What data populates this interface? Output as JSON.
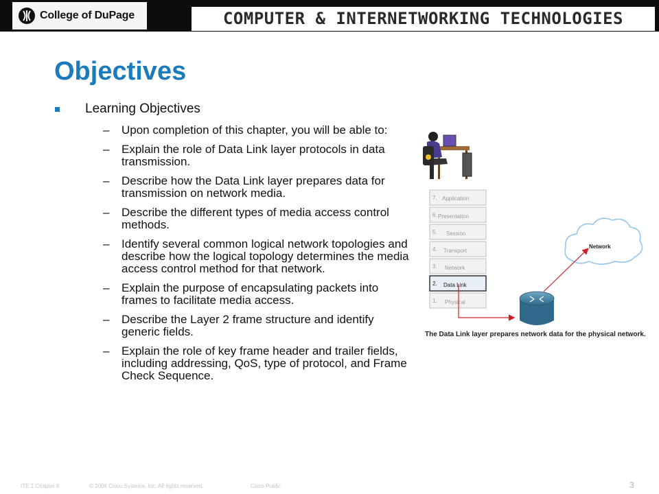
{
  "header": {
    "logo_text": "College of DuPage",
    "banner": "COMPUTER & INTERNETWORKING TECHNOLOGIES"
  },
  "slide": {
    "title": "Objectives",
    "bullet": "Learning Objectives",
    "items": [
      "Upon completion of this chapter, you will be able to:",
      "Explain the role of Data Link layer protocols in data transmission.",
      "Describe how the Data Link layer prepares data for transmission on network media.",
      "Describe the different types of media access control methods.",
      "Identify several common logical network topologies and describe how the logical topology determines the media access control method for that network.",
      "Explain the purpose of encapsulating packets into frames to facilitate media access.",
      "Describe the Layer 2 frame structure and identify generic fields.",
      "Explain the role of key frame header and trailer fields, including addressing, QoS, type of protocol, and Frame Check Sequence."
    ],
    "dash": "–"
  },
  "figure": {
    "layers": [
      {
        "num": "7.",
        "name": "Application"
      },
      {
        "num": "6.",
        "name": "Presentation"
      },
      {
        "num": "5.",
        "name": "Session"
      },
      {
        "num": "4.",
        "name": "Transport"
      },
      {
        "num": "3.",
        "name": "Network"
      },
      {
        "num": "2.",
        "name": "Data Link"
      },
      {
        "num": "1.",
        "name": "Physical"
      }
    ],
    "cloud_label": "Network",
    "caption": "The Data Link layer prepares network data for the physical network.",
    "accent_color": "#cc1f2a"
  },
  "footer": {
    "course": "ITE 1 Chapter 6",
    "copyright": "© 2006 Cisco Systems, Inc. All rights reserved.",
    "classification": "Cisco Public",
    "page": "3"
  }
}
